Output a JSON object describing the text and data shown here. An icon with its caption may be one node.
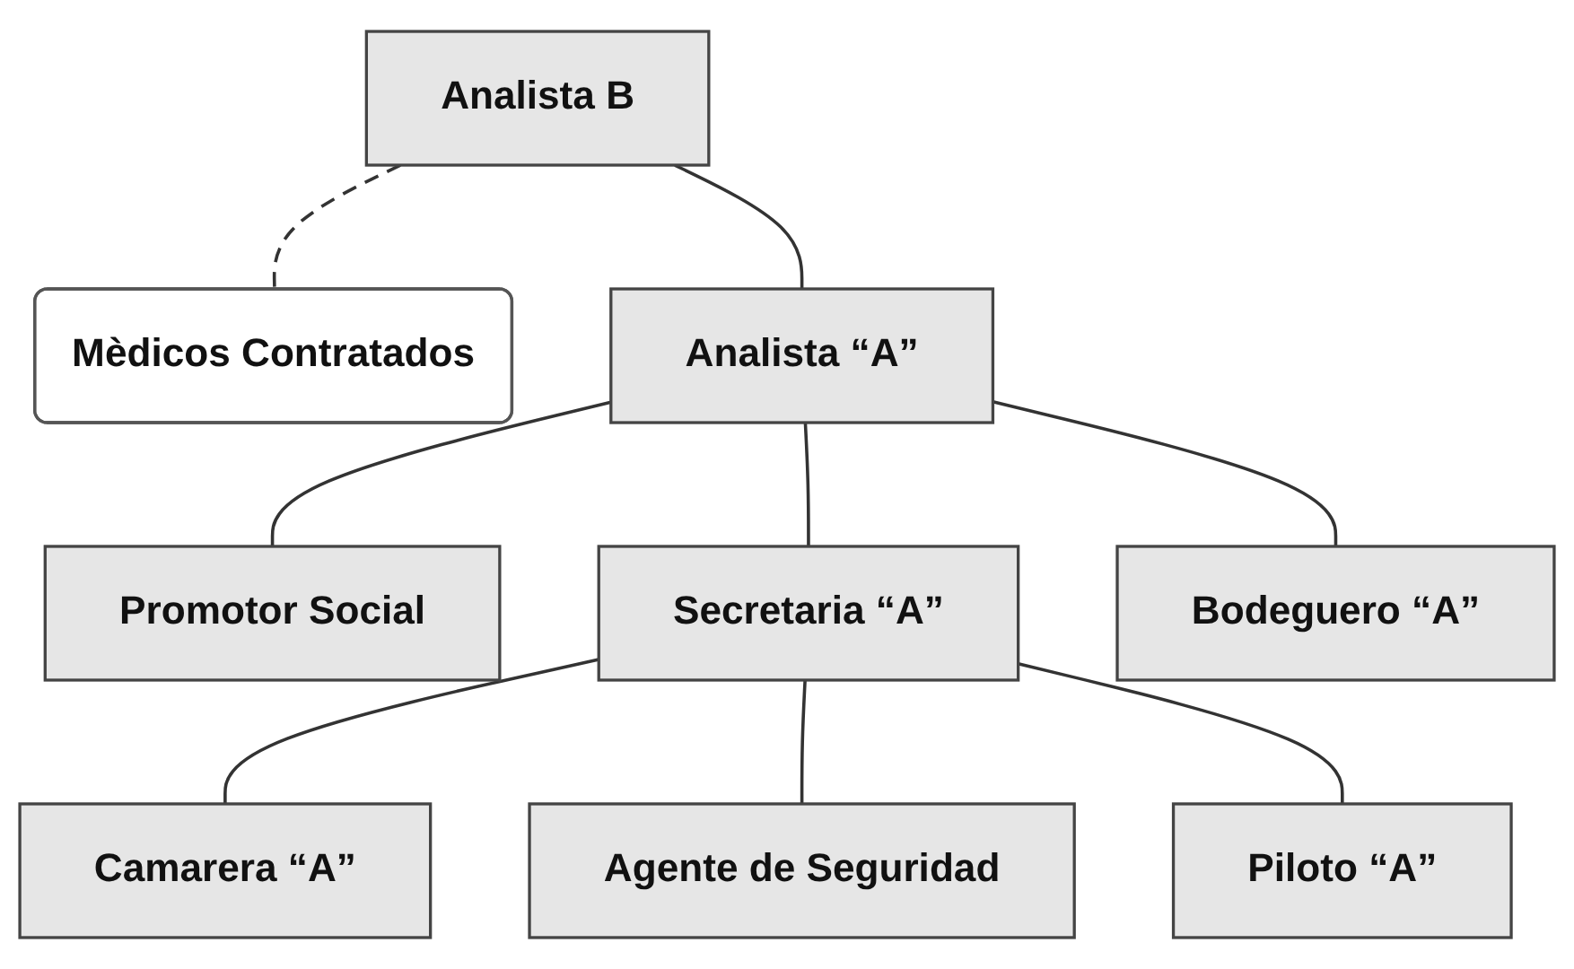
{
  "diagram": {
    "nodes": [
      {
        "text": [
          "Analista B"
        ]
      },
      {
        "text": [
          "Mèdicos Contratados"
        ]
      },
      {
        "text": [
          "Analista “A”"
        ]
      },
      {
        "text": [
          "Promotor Social"
        ]
      },
      {
        "text": [
          "Secretaria “A”"
        ]
      },
      {
        "text": [
          "Bodeguero “A”"
        ]
      },
      {
        "text": [
          "Camarera “A”"
        ]
      },
      {
        "text": [
          "Agente de Seguridad"
        ]
      },
      {
        "text": [
          "Piloto “A”"
        ]
      }
    ],
    "edges": [
      {
        "from": 0,
        "to": 2,
        "arrow": "none"
      },
      {
        "from": 0,
        "to": 1,
        "arrow": "none",
        "style": "dashed"
      },
      {
        "from": 2,
        "to": 3,
        "arrow": "none"
      },
      {
        "from": 2,
        "to": 4,
        "arrow": "none"
      },
      {
        "from": 2,
        "to": 5,
        "arrow": "none"
      },
      {
        "from": 4,
        "to": 6,
        "arrow": "none"
      },
      {
        "from": 4,
        "to": 7,
        "arrow": "none"
      },
      {
        "from": 4,
        "to": 8,
        "arrow": "none"
      }
    ]
  }
}
